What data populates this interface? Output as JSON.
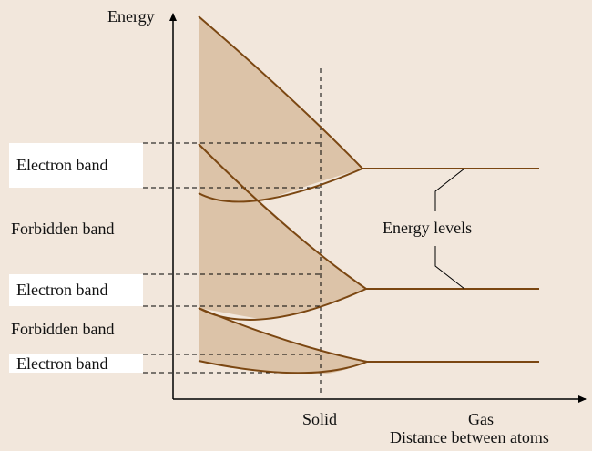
{
  "axes": {
    "y_label": "Energy",
    "x_label": "Distance between atoms",
    "x_ticks": [
      "Solid",
      "Gas"
    ]
  },
  "regions": {
    "upper_band": "Electron band",
    "upper_gap": "Forbidden band",
    "middle_band": "Electron band",
    "lower_gap": "Forbidden band",
    "lower_band": "Electron band"
  },
  "annotation": "Energy levels",
  "colors": {
    "band_fill": "#dcc3a8",
    "curve": "#7b4712",
    "background": "#f2e7dc",
    "box": "#ffffff"
  }
}
